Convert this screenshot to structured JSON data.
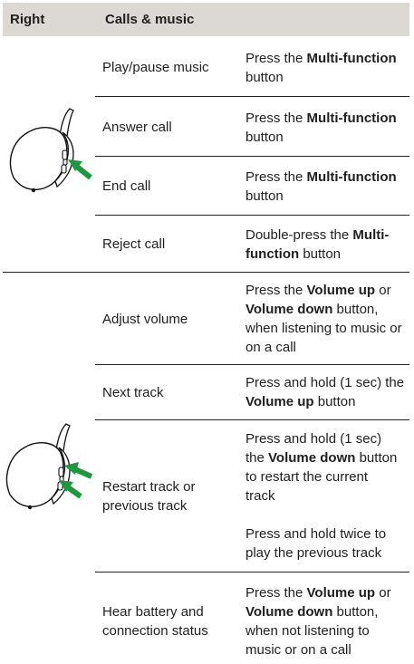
{
  "header": {
    "side": "Right",
    "section": "Calls & music"
  },
  "group1": {
    "illustration": "headphone-earcup-multifunction-button",
    "rows": [
      {
        "action": "Play/pause music",
        "how": [
          [
            "Press the ",
            ""
          ],
          [
            "Multi-function",
            "b"
          ],
          [
            " button",
            ""
          ]
        ]
      },
      {
        "action": "Answer call",
        "how": [
          [
            "Press the ",
            ""
          ],
          [
            "Multi-function",
            "b"
          ],
          [
            " button",
            ""
          ]
        ]
      },
      {
        "action": "End call",
        "how": [
          [
            "Press the ",
            ""
          ],
          [
            "Multi-function",
            "b"
          ],
          [
            " button",
            ""
          ]
        ]
      },
      {
        "action": "Reject call",
        "how": [
          [
            "Double-press the ",
            ""
          ],
          [
            "Multi-function",
            "b"
          ],
          [
            " button",
            ""
          ]
        ]
      }
    ]
  },
  "group2": {
    "illustration": "headphone-earcup-volume-buttons",
    "rows": [
      {
        "action": "Adjust volume",
        "how": [
          [
            "Press the ",
            ""
          ],
          [
            "Volume up",
            "b"
          ],
          [
            " or ",
            ""
          ],
          [
            "Volume down",
            "b"
          ],
          [
            " button, when listening to music or on a call",
            ""
          ]
        ]
      },
      {
        "action": "Next track",
        "how": [
          [
            "Press and hold (1 sec) the ",
            ""
          ],
          [
            "Volume up",
            "b"
          ],
          [
            " button",
            ""
          ]
        ]
      },
      {
        "action": "Restart track or previous track",
        "how": [
          [
            "Press and hold (1 sec) the ",
            ""
          ],
          [
            "Volume down",
            "b"
          ],
          [
            " button to restart the current track",
            ""
          ]
        ],
        "how2": "Press and hold twice to play the previous track"
      },
      {
        "action": "Hear battery and connection status",
        "how": [
          [
            "Press the ",
            ""
          ],
          [
            "Volume up",
            "b"
          ],
          [
            " or ",
            ""
          ],
          [
            "Volume down",
            "b"
          ],
          [
            " button, when not listening to music or on a call",
            ""
          ]
        ]
      }
    ]
  },
  "colors": {
    "header_bg": "#dcd9d4",
    "arrow": "#1a9a3c",
    "rule": "#222222"
  }
}
